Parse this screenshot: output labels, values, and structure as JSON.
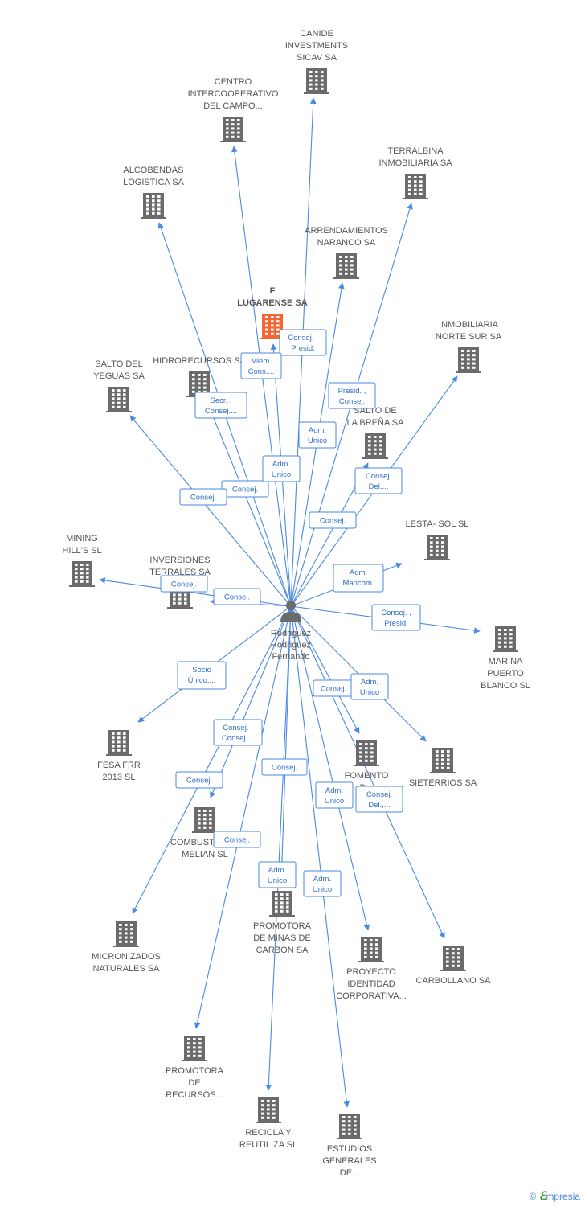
{
  "center": {
    "label_lines": [
      "Rodriguez",
      "Rodriguez",
      "Fernando"
    ],
    "icon": "person-icon"
  },
  "colors": {
    "edge": "#4a8ae0",
    "building": "#6b6b6b",
    "focus_building": "#f26631",
    "label": "#555555"
  },
  "nodes": [
    {
      "id": "canide",
      "label_lines": [
        "CANIDE",
        "INVESTMENTS",
        "SICAV SA"
      ],
      "focus": false
    },
    {
      "id": "centro",
      "label_lines": [
        "CENTRO",
        "INTERCOOPERATIVO",
        "DEL CAMPO..."
      ],
      "focus": false
    },
    {
      "id": "terralbina",
      "label_lines": [
        "TERRALBINA",
        "INMOBILIARIA SA"
      ],
      "focus": false
    },
    {
      "id": "alcobendas",
      "label_lines": [
        "ALCOBENDAS",
        "LOGISTICA SA"
      ],
      "focus": false
    },
    {
      "id": "arrendamientos",
      "label_lines": [
        "ARRENDAMIENTOS",
        "NARANCO SA"
      ],
      "focus": false
    },
    {
      "id": "lugarense",
      "label_lines": [
        "F",
        "LUGARENSE SA"
      ],
      "focus": true
    },
    {
      "id": "inmobiliaria",
      "label_lines": [
        "INMOBILIARIA",
        "NORTE SUR SA"
      ],
      "focus": false
    },
    {
      "id": "salto-yeguas",
      "label_lines": [
        "SALTO DEL",
        "YEGUAS SA"
      ],
      "focus": false
    },
    {
      "id": "hidrorecursos",
      "label_lines": [
        "HIDRORECURSOS SA"
      ],
      "focus": false
    },
    {
      "id": "salto-brena",
      "label_lines": [
        "SALTO DE",
        "LA BREÑA SA"
      ],
      "focus": false
    },
    {
      "id": "lesta",
      "label_lines": [
        "LESTA- SOL SL"
      ],
      "focus": false
    },
    {
      "id": "mining",
      "label_lines": [
        "MINING",
        "HILL'S SL"
      ],
      "focus": false
    },
    {
      "id": "inversiones",
      "label_lines": [
        "INVERSIONES",
        "TERRALES SA"
      ],
      "focus": false
    },
    {
      "id": "marina",
      "label_lines": [
        "MARINA",
        "PUERTO",
        "BLANCO SL"
      ],
      "focus": false
    },
    {
      "id": "fesa",
      "label_lines": [
        "FESA FRR",
        "2013  SL"
      ],
      "focus": false
    },
    {
      "id": "fomento",
      "label_lines": [
        "FOMENTO",
        "D..."
      ],
      "focus": false
    },
    {
      "id": "sieterrios",
      "label_lines": [
        "SIETERRIOS SA"
      ],
      "focus": false
    },
    {
      "id": "combustibles",
      "label_lines": [
        "COMBUSTIBLES",
        "MELIAN  SL"
      ],
      "focus": false
    },
    {
      "id": "micronizados",
      "label_lines": [
        "MICRONIZADOS",
        "NATURALES SA"
      ],
      "focus": false
    },
    {
      "id": "promotora-minas",
      "label_lines": [
        "PROMOTORA",
        "DE MINAS DE",
        "CARBON SA"
      ],
      "focus": false
    },
    {
      "id": "proyecto",
      "label_lines": [
        "PROYECTO",
        "IDENTIDAD",
        "CORPORATIVA..."
      ],
      "focus": false
    },
    {
      "id": "carbollano",
      "label_lines": [
        "CARBOLLANO SA"
      ],
      "focus": false
    },
    {
      "id": "promotora-recursos",
      "label_lines": [
        "PROMOTORA",
        "DE",
        "RECURSOS..."
      ],
      "focus": false
    },
    {
      "id": "recicla",
      "label_lines": [
        "RECICLA Y",
        "REUTILIZA SL"
      ],
      "focus": false
    },
    {
      "id": "estudios",
      "label_lines": [
        "ESTUDIOS",
        "GENERALES",
        "DE..."
      ],
      "focus": false
    }
  ],
  "edges": [
    {
      "target": "canide",
      "role_lines": [
        "Adm.",
        "Unico"
      ]
    },
    {
      "target": "centro",
      "role_lines": [
        "Consej."
      ]
    },
    {
      "target": "terralbina",
      "role_lines": [
        "Presid. ,",
        "Consej."
      ]
    },
    {
      "target": "alcobendas",
      "role_lines": [
        "Secr. ,",
        "Consej...."
      ]
    },
    {
      "target": "arrendamientos",
      "role_lines": [
        "Adm.",
        "Unico"
      ]
    },
    {
      "target": "lugarense",
      "role_lines": [
        "Consej. ,",
        "Presid."
      ]
    },
    {
      "target": "inmobiliaria",
      "role_lines": [
        "Consej.",
        "Del...."
      ]
    },
    {
      "target": "salto-yeguas",
      "role_lines": [
        "Consej."
      ]
    },
    {
      "target": "hidrorecursos",
      "role_lines": [
        "Miem.",
        "Cons...."
      ]
    },
    {
      "target": "salto-brena",
      "role_lines": [
        "Consej."
      ]
    },
    {
      "target": "lesta",
      "role_lines": [
        "Adm.",
        "Mancom."
      ]
    },
    {
      "target": "mining",
      "role_lines": [
        "Consej."
      ]
    },
    {
      "target": "inversiones",
      "role_lines": [
        "Consej."
      ]
    },
    {
      "target": "marina",
      "role_lines": [
        "Consej. ,",
        "Presid."
      ]
    },
    {
      "target": "fesa",
      "role_lines": [
        "Socio",
        "Único,..."
      ]
    },
    {
      "target": "fomento",
      "role_lines": [
        "Consej."
      ]
    },
    {
      "target": "sieterrios",
      "role_lines": [
        "Adm.",
        "Unico"
      ]
    },
    {
      "target": "combustibles",
      "role_lines": [
        "Consej. ,",
        "Consej...."
      ]
    },
    {
      "target": "micronizados",
      "role_lines": [
        "Consej."
      ]
    },
    {
      "target": "promotora-minas",
      "role_lines": [
        "Consej."
      ]
    },
    {
      "target": "proyecto",
      "role_lines": [
        "Adm.",
        "Unico"
      ]
    },
    {
      "target": "carbollano",
      "role_lines": [
        "Consej.",
        "Del.,..."
      ]
    },
    {
      "target": "promotora-recursos",
      "role_lines": [
        "Consej."
      ]
    },
    {
      "target": "recicla",
      "role_lines": [
        "Adm.",
        "Unico"
      ]
    },
    {
      "target": "estudios",
      "role_lines": [
        "Adm.",
        "Unico"
      ]
    }
  ],
  "footer": {
    "copyright": "©",
    "brand_initial": "ℇ",
    "brand_rest": "mpresia"
  }
}
